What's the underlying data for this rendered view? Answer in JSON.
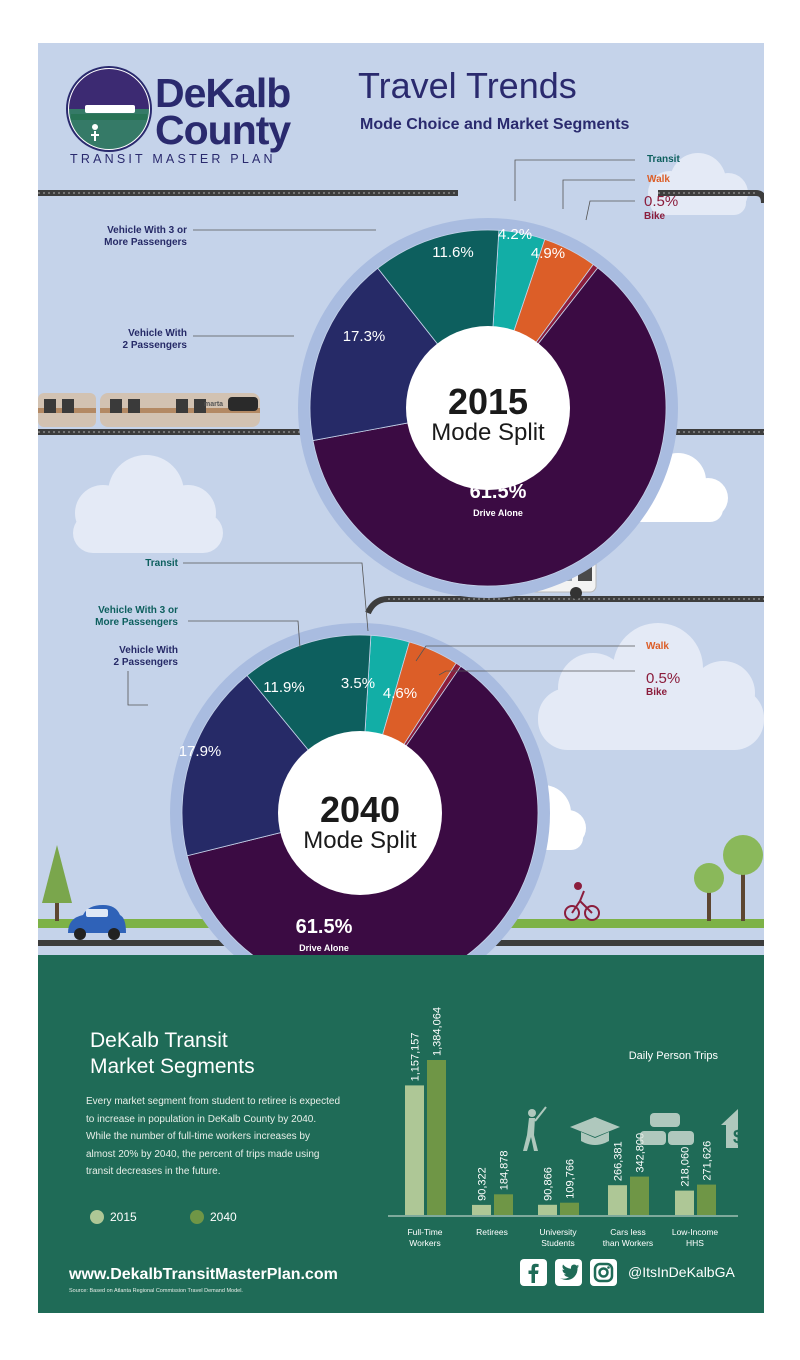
{
  "header": {
    "logo_line1": "DeKalb",
    "logo_line2": "County",
    "logo_tagline": "TRANSIT MASTER PLAN",
    "title": "Travel Trends",
    "subtitle": "Mode Choice and Market Segments"
  },
  "colors": {
    "drive_alone": "#3b0b43",
    "two_passengers": "#262a67",
    "three_plus": "#0d5f5e",
    "transit": "#12aea6",
    "walk": "#dc5e28",
    "bike": "#8b1d3c",
    "bar_2015": "#aec796",
    "bar_2040": "#6f9646",
    "sky": "#c5d3ea",
    "green_panel": "#1f6b57"
  },
  "icons": [
    "train-icon",
    "bus-icon",
    "car-icon",
    "bicycle-icon",
    "tree-icon",
    "cloud-icon",
    "golfer-icon",
    "graduation-cap-icon",
    "cars-icon",
    "house-dollar-icon",
    "facebook-icon",
    "twitter-icon",
    "instagram-icon"
  ],
  "chart_data": [
    {
      "type": "pie",
      "title": "2015",
      "subtitle": "Mode Split",
      "slices": [
        {
          "label": "Drive Alone",
          "value": 61.5,
          "value_label": "61.5%"
        },
        {
          "label": "Vehicle With 2 Passengers",
          "value": 17.3,
          "value_label": "17.3%"
        },
        {
          "label": "Vehicle With 3 or More Passengers",
          "value": 11.6,
          "value_label": "11.6%"
        },
        {
          "label": "Transit",
          "value": 4.2,
          "value_label": "4.2%"
        },
        {
          "label": "Walk",
          "value": 4.9,
          "value_label": "4.9%"
        },
        {
          "label": "Bike",
          "value": 0.5,
          "value_label": "0.5%"
        }
      ]
    },
    {
      "type": "pie",
      "title": "2040",
      "subtitle": "Mode Split",
      "slices": [
        {
          "label": "Drive Alone",
          "value": 61.5,
          "value_label": "61.5%"
        },
        {
          "label": "Vehicle With 2 Passengers",
          "value": 17.9,
          "value_label": "17.9%"
        },
        {
          "label": "Vehicle With 3 or More Passengers",
          "value": 11.9,
          "value_label": "11.9%"
        },
        {
          "label": "Transit",
          "value": 3.5,
          "value_label": "3.5%"
        },
        {
          "label": "Walk",
          "value": 4.6,
          "value_label": "4.6%"
        },
        {
          "label": "Bike",
          "value": 0.5,
          "value_label": "0.5%"
        }
      ]
    },
    {
      "type": "bar",
      "title": "Daily Person Trips",
      "categories": [
        "Full-Time Workers",
        "Retirees",
        "University Students",
        "Cars less than Workers",
        "Low-Income HHS"
      ],
      "series": [
        {
          "name": "2015",
          "values": [
            1157157,
            90322,
            90866,
            266381,
            218060
          ],
          "labels": [
            "1,157,157",
            "90,322",
            "90,866",
            "266,381",
            "218,060"
          ]
        },
        {
          "name": "2040",
          "values": [
            1384064,
            184878,
            109766,
            342800,
            271626
          ],
          "labels": [
            "1,384,064",
            "184,878",
            "109,766",
            "342,800",
            "271,626"
          ]
        }
      ]
    }
  ],
  "market": {
    "title_line1": "DeKalb Transit",
    "title_line2": "Market Segments",
    "description": "Every market segment from student to retiree is expected to increase in population in DeKalb County by 2040. While the number of full-time workers increases by almost 20% by 2040, the percent of trips made using transit decreases in the future."
  },
  "footer": {
    "website": "www.DekalbTransitMasterPlan.com",
    "source": "Source: Based on Atlanta Regional Commission Travel Demand Model.",
    "handle": "@ItsInDeKalbGA"
  }
}
